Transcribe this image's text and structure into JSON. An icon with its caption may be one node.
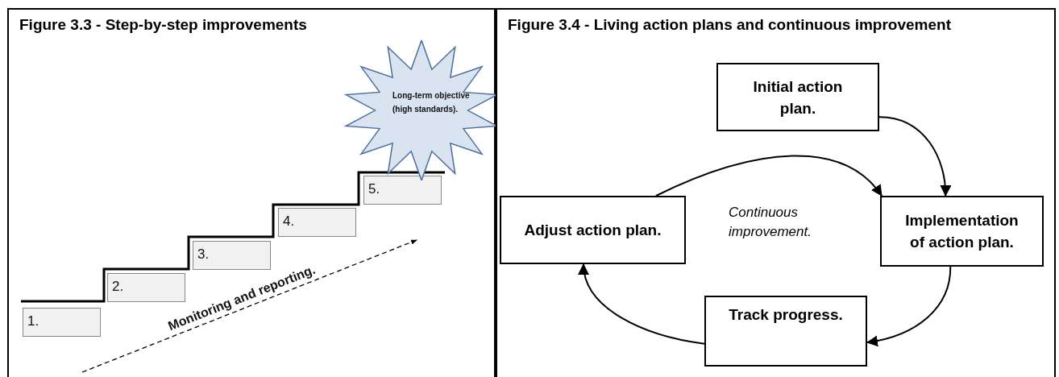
{
  "diagram": {
    "nodes": [
      {
        "text": [
          "Figure 3.3 - Step-by-step improvements"
        ]
      },
      {
        "text": [
          "1."
        ],
        "in": 0
      },
      {
        "text": [
          "2."
        ],
        "in": 0
      },
      {
        "text": [
          "3."
        ],
        "in": 0
      },
      {
        "text": [
          "4."
        ],
        "in": 0
      },
      {
        "text": [
          "5."
        ],
        "in": 0
      },
      {
        "text": [
          "Long-term objective (high standards)."
        ],
        "in": 0
      },
      {
        "text": [
          "Figure 3.4 - Living action plans and continuous improvement"
        ]
      },
      {
        "text": [
          "Initial action plan."
        ],
        "in": 7
      },
      {
        "text": [
          "Implementation of action plan."
        ],
        "in": 7
      },
      {
        "text": [
          "Track progress."
        ],
        "in": 7
      },
      {
        "text": [
          "Adjust action plan."
        ],
        "in": 7
      }
    ],
    "edges": [
      {
        "from": 8,
        "to": 9,
        "arrow": "to"
      },
      {
        "from": 9,
        "to": 10,
        "arrow": "to"
      },
      {
        "from": 10,
        "to": 11,
        "arrow": "to"
      },
      {
        "from": 11,
        "to": 9,
        "arrow": "to"
      }
    ],
    "labels": [
      "Monitoring and reporting.",
      "Continuous improvement."
    ]
  }
}
